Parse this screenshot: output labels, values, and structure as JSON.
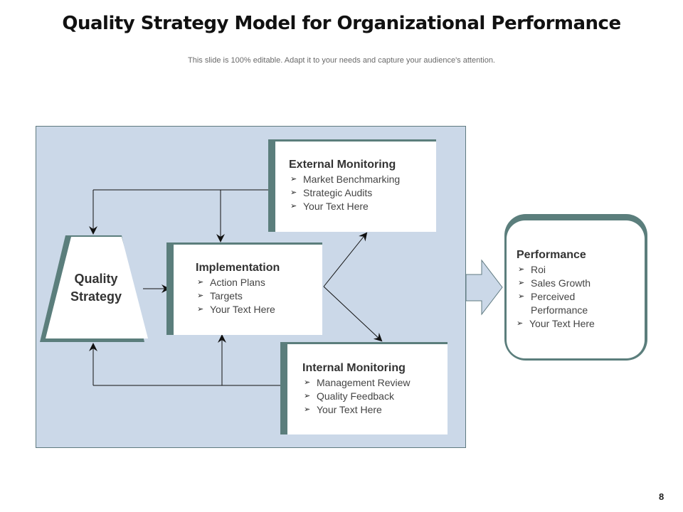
{
  "header": {
    "title": "Quality Strategy Model for Organizational Performance",
    "subtitle": "This slide is 100% editable. Adapt it to your needs and capture your audience's attention."
  },
  "quality_strategy": {
    "label_line1": "Quality",
    "label_line2": "Strategy"
  },
  "external_monitoring": {
    "title": "External Monitoring",
    "items": [
      "Market Benchmarking",
      "Strategic Audits",
      "Your Text Here"
    ]
  },
  "implementation": {
    "title": "Implementation",
    "items": [
      "Action Plans",
      "Targets",
      "Your Text Here"
    ]
  },
  "internal_monitoring": {
    "title": "Internal Monitoring",
    "items": [
      "Management Review",
      "Quality Feedback",
      "Your Text Here"
    ]
  },
  "performance": {
    "title": "Performance",
    "items": [
      "Roi",
      "Sales Growth",
      "Perceived",
      "Performance",
      "Your Text Here"
    ]
  },
  "bullet_glyph": "➢",
  "page_number": "8",
  "colors": {
    "panel": "#cbd8e8",
    "accent": "#5b7e7c",
    "arrow_fill": "#cbd8e8"
  }
}
